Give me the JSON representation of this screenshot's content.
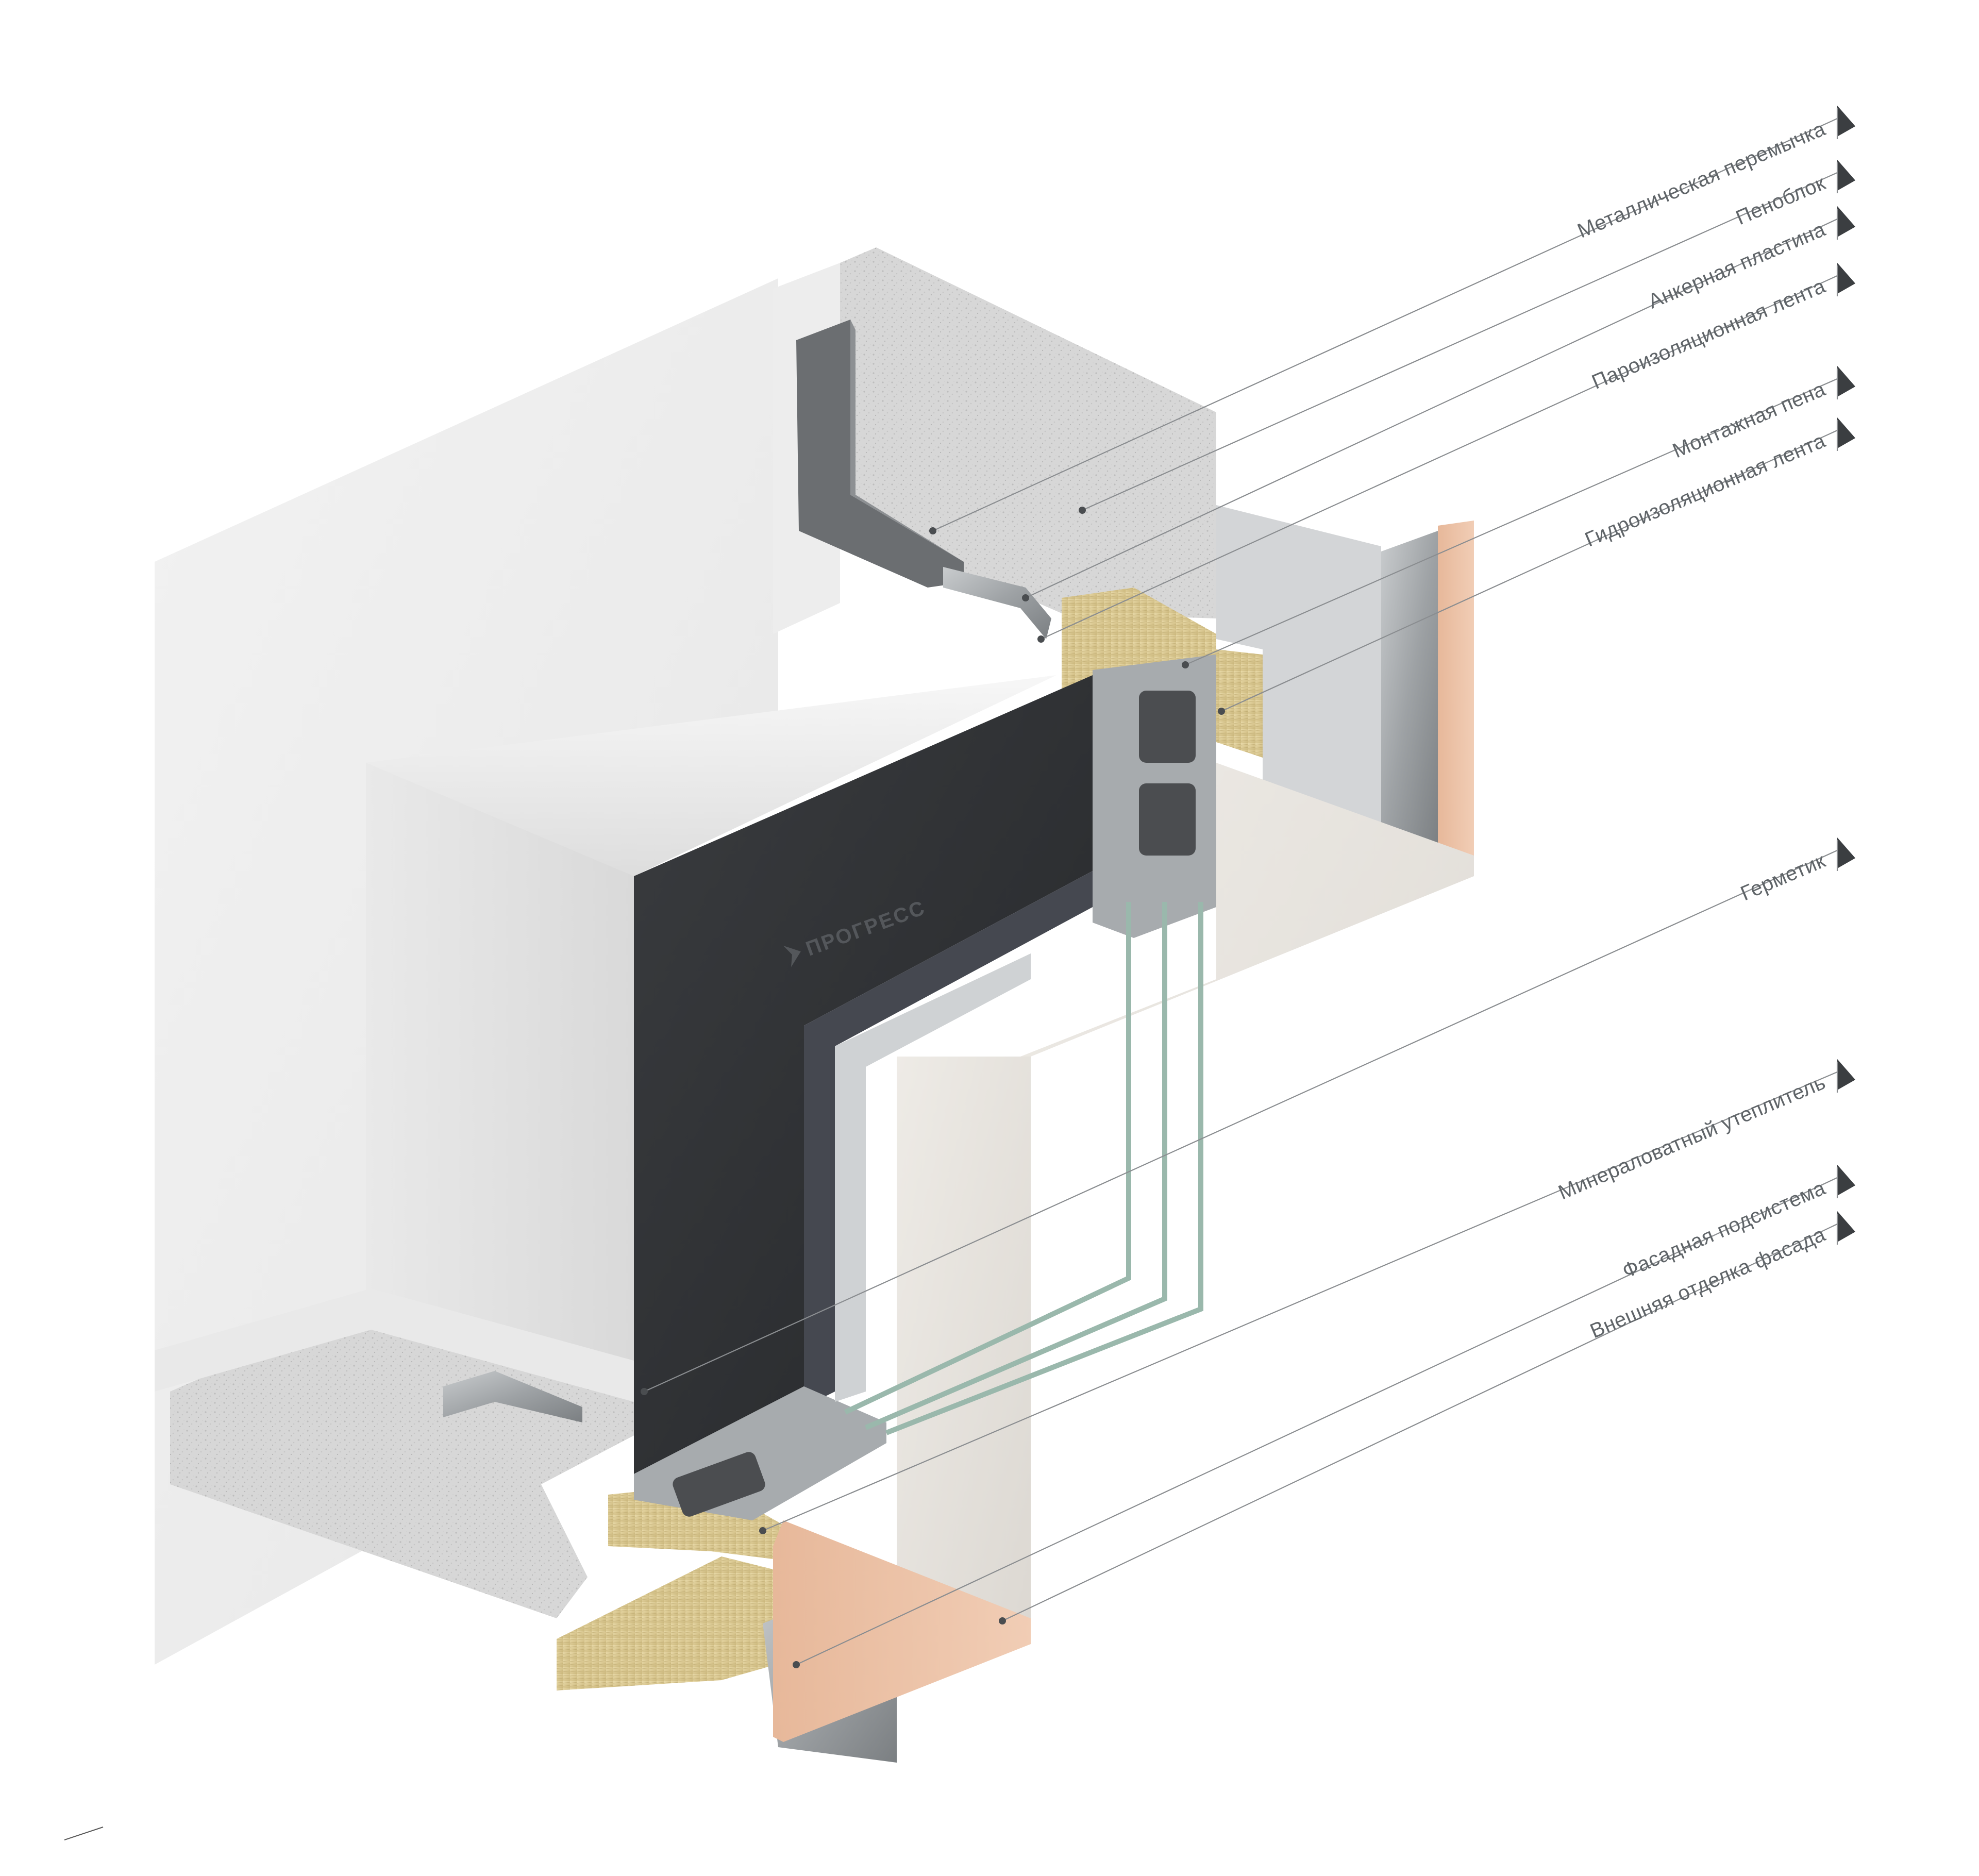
{
  "brand": {
    "logo_text": "ПРОГРЕСС",
    "profile_color": "#2f3134"
  },
  "callouts": [
    {
      "id": "metal-lintel",
      "label": "Металлическая перемычка"
    },
    {
      "id": "foam-block",
      "label": "Пеноблок"
    },
    {
      "id": "anchor-plate",
      "label": "Анкерная пластина"
    },
    {
      "id": "vapor-barrier-tape",
      "label": "Пароизоляционная лента"
    },
    {
      "id": "mounting-foam",
      "label": "Монтажная пена"
    },
    {
      "id": "waterproofing-tape",
      "label": "Гидроизоляционная лента"
    },
    {
      "id": "sealant",
      "label": "Герметик"
    },
    {
      "id": "mineral-wool",
      "label": "Минераловатный утеплитель"
    },
    {
      "id": "facade-subsystem",
      "label": "Фасадная подсистема"
    },
    {
      "id": "facade-finish",
      "label": "Внешняя отделка фасада"
    }
  ]
}
